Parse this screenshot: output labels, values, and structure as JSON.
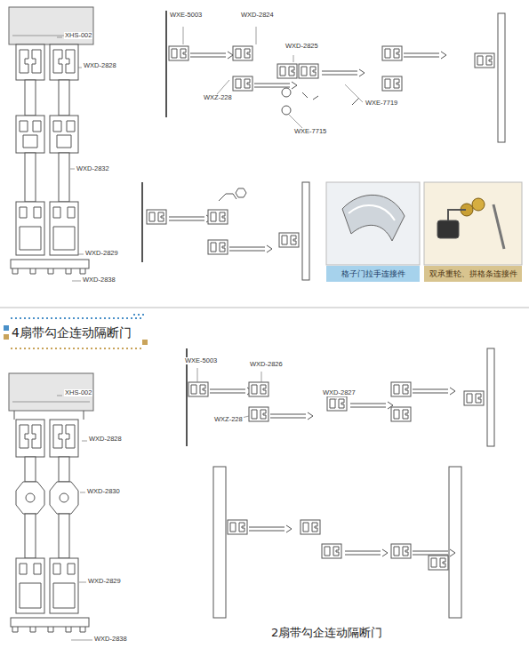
{
  "diagram": {
    "title": "4扇带勾企连动隔断门",
    "caption": "2扇带勾企连动隔断门",
    "nodes": [
      {
        "text": [
          "格子门拉手连接件"
        ]
      },
      {
        "text": [
          "双承重轮、拼格条连接件"
        ]
      }
    ],
    "labels": [
      "XHS-002",
      "WXD-2828",
      "WXD-2832",
      "WXD-2829",
      "WXD-2838",
      "WXE-5003",
      "WXD-2824",
      "WXD-2825",
      "WXZ-228",
      "WXE-7719",
      "WXE-7715",
      "XHS-002",
      "WXD-2828",
      "WXD-2830",
      "WXD-2829",
      "WXD-2838",
      "WXE-5003",
      "WXD-2826",
      "WXD-2827",
      "WXZ-228"
    ]
  }
}
